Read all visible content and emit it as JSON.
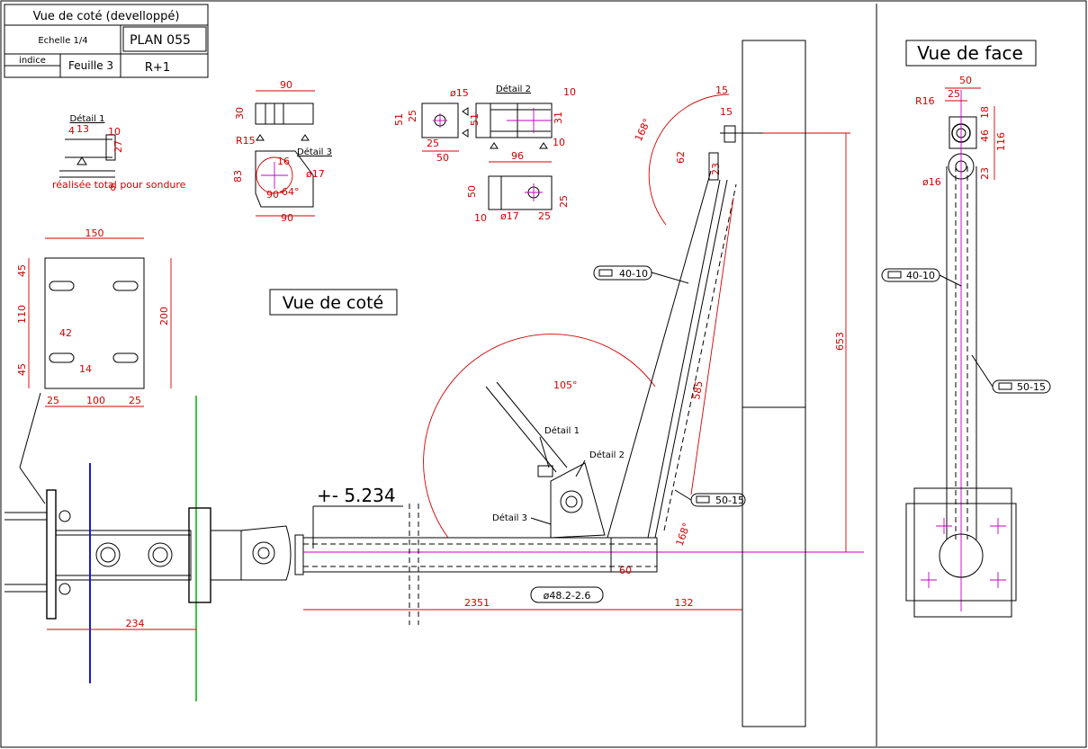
{
  "title_block": {
    "title": "Vue de coté (develloppé)",
    "scale": "Echelle 1/4",
    "plan": "PLAN 055",
    "indice": "indice",
    "sheet": "Feuille 3",
    "level": "R+1"
  },
  "views": {
    "side": "Vue de coté",
    "front": "Vue de face"
  },
  "details": {
    "d1": "Détail 1",
    "d2": "Détail 2",
    "d3": "Détail 3",
    "d1_note": "réalisée total pour sondure"
  },
  "plate": {
    "w": "150",
    "h": "200",
    "a": "45",
    "b": "110",
    "c": "45",
    "d": "25",
    "e": "100",
    "f": "25",
    "g": "42",
    "h2": "14"
  },
  "d3dims": {
    "w": "90",
    "h": "30",
    "r": "R15",
    "h2": "83",
    "w2": "90",
    "phi": "ø17",
    "a1": "16",
    "a2": "64°",
    "a3": "90°"
  },
  "d2dims": {
    "phi": "ø15",
    "a": "51",
    "b": "25",
    "c": "25",
    "d": "50",
    "e": "10",
    "f": "31",
    "g": "51",
    "h": "10"
  },
  "d4dims": {
    "w": "96",
    "h": "50",
    "a": "10",
    "phi": "ø17",
    "b": "25",
    "c": "25"
  },
  "d1dims": {
    "a": "10",
    "b": "27",
    "c": "6",
    "d": "13",
    "e": "4"
  },
  "main": {
    "level": "+- 5.234",
    "len1": "234",
    "len2": "2351",
    "len3": "132",
    "len4": "60",
    "tube": "ø48.2-2.6",
    "ang1": "105°",
    "ang2": "168°",
    "ang3": "168°",
    "h653": "653",
    "l585": "585",
    "t15a": "15",
    "t15b": "15",
    "t62": "62",
    "t23": "23"
  },
  "tags": {
    "sec1": "40-10",
    "sec2": "50-15",
    "sec3": "40-10",
    "sec4": "50-15"
  },
  "front": {
    "w50": "50",
    "w25": "25",
    "r16": "R16",
    "h18": "18",
    "h46": "46",
    "h116": "116",
    "h23": "23",
    "phi16": "ø16"
  }
}
